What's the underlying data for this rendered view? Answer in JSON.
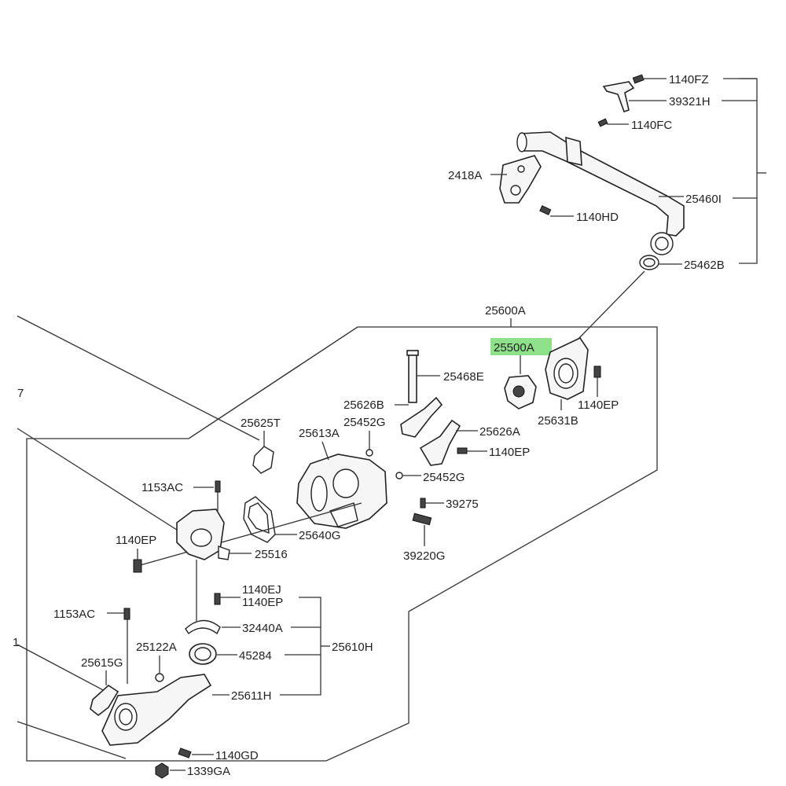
{
  "diagram": {
    "highlight_color": "#8fe08a",
    "labels": {
      "p1140FZ": "1140FZ",
      "p39321H": "39321H",
      "p1140FC": "1140FC",
      "p2418A": "2418A",
      "p25460I": "25460I",
      "p1140HD": "1140HD",
      "p25462B": "25462B",
      "p25600A": "25600A",
      "p25500A": "25500A",
      "p25468E": "25468E",
      "p1140EP_a": "1140EP",
      "p25631B": "25631B",
      "p25626B": "25626B",
      "p25625T": "25625T",
      "p25452G_a": "25452G",
      "p25613A": "25613A",
      "p25626A": "25626A",
      "p1140EP_b": "1140EP",
      "p25452G_b": "25452G",
      "p1153AC_a": "1153AC",
      "p39275": "39275",
      "p25640G": "25640G",
      "p1140EP_c": "1140EP",
      "p25516": "25516",
      "p39220G": "39220G",
      "p1140EJ": "1140EJ",
      "p1140EP_d": "1140EP",
      "p1153AC_b": "1153AC",
      "p32440A": "32440A",
      "p25122A": "25122A",
      "p45284": "45284",
      "p25610H": "25610H",
      "p25615G": "25615G",
      "p25611H": "25611H",
      "p1140GD": "1140GD",
      "p1339GA": "1339GA",
      "edge_7": "7",
      "edge_1": "1"
    }
  }
}
